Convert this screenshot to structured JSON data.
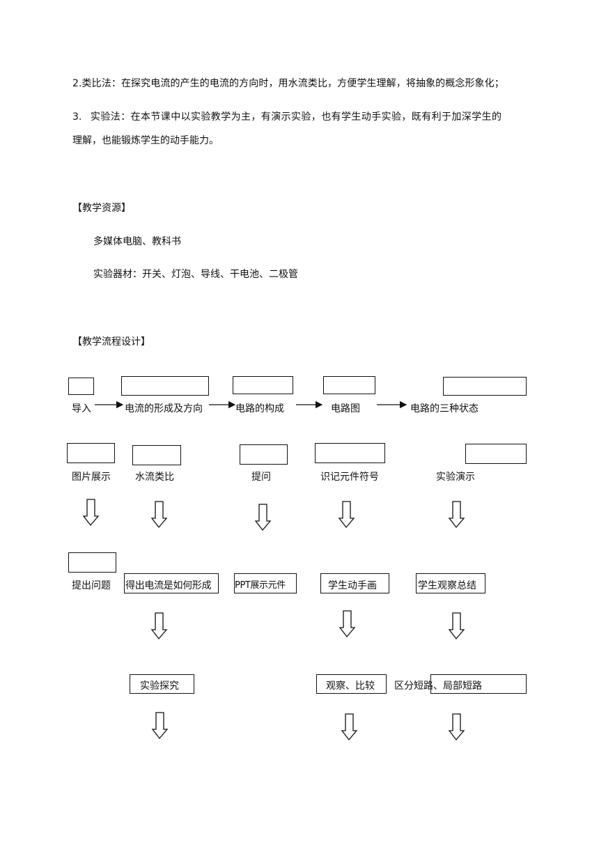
{
  "methods": {
    "line2": "2.类比法：在探究电流的产生的电流的方向时，用水流类比，方便学生理解，将抽象的概念形象化；",
    "line3_num": "3.",
    "line3_a": "实验法：在本节课中以实验教学为主，有演示实验，也有学生动手实验，既有利于加深学生的",
    "line3_b": "理解，也能锻炼学生的动手能力。"
  },
  "resources": {
    "heading": "【教学资源】",
    "items": [
      "多媒体电脑、教科书",
      "实验器材：开关、灯泡、导线、干电池、二极管"
    ]
  },
  "flow": {
    "heading": "【教学流程设计】",
    "row1": [
      "导入",
      "电流的形成及方向",
      "电路的构成",
      "电路图",
      "电路的三种状态"
    ],
    "row2": [
      "图片展示",
      "水流类比",
      "提问",
      "识记元件符号",
      "实验演示"
    ],
    "row3": [
      "提出问题",
      "得出电流是如何形成",
      "PPT展示元件",
      "学生动手画",
      "学生观察总结"
    ],
    "row4": [
      "实验探究",
      "观察、比较",
      "区分短路、局部短路"
    ]
  }
}
